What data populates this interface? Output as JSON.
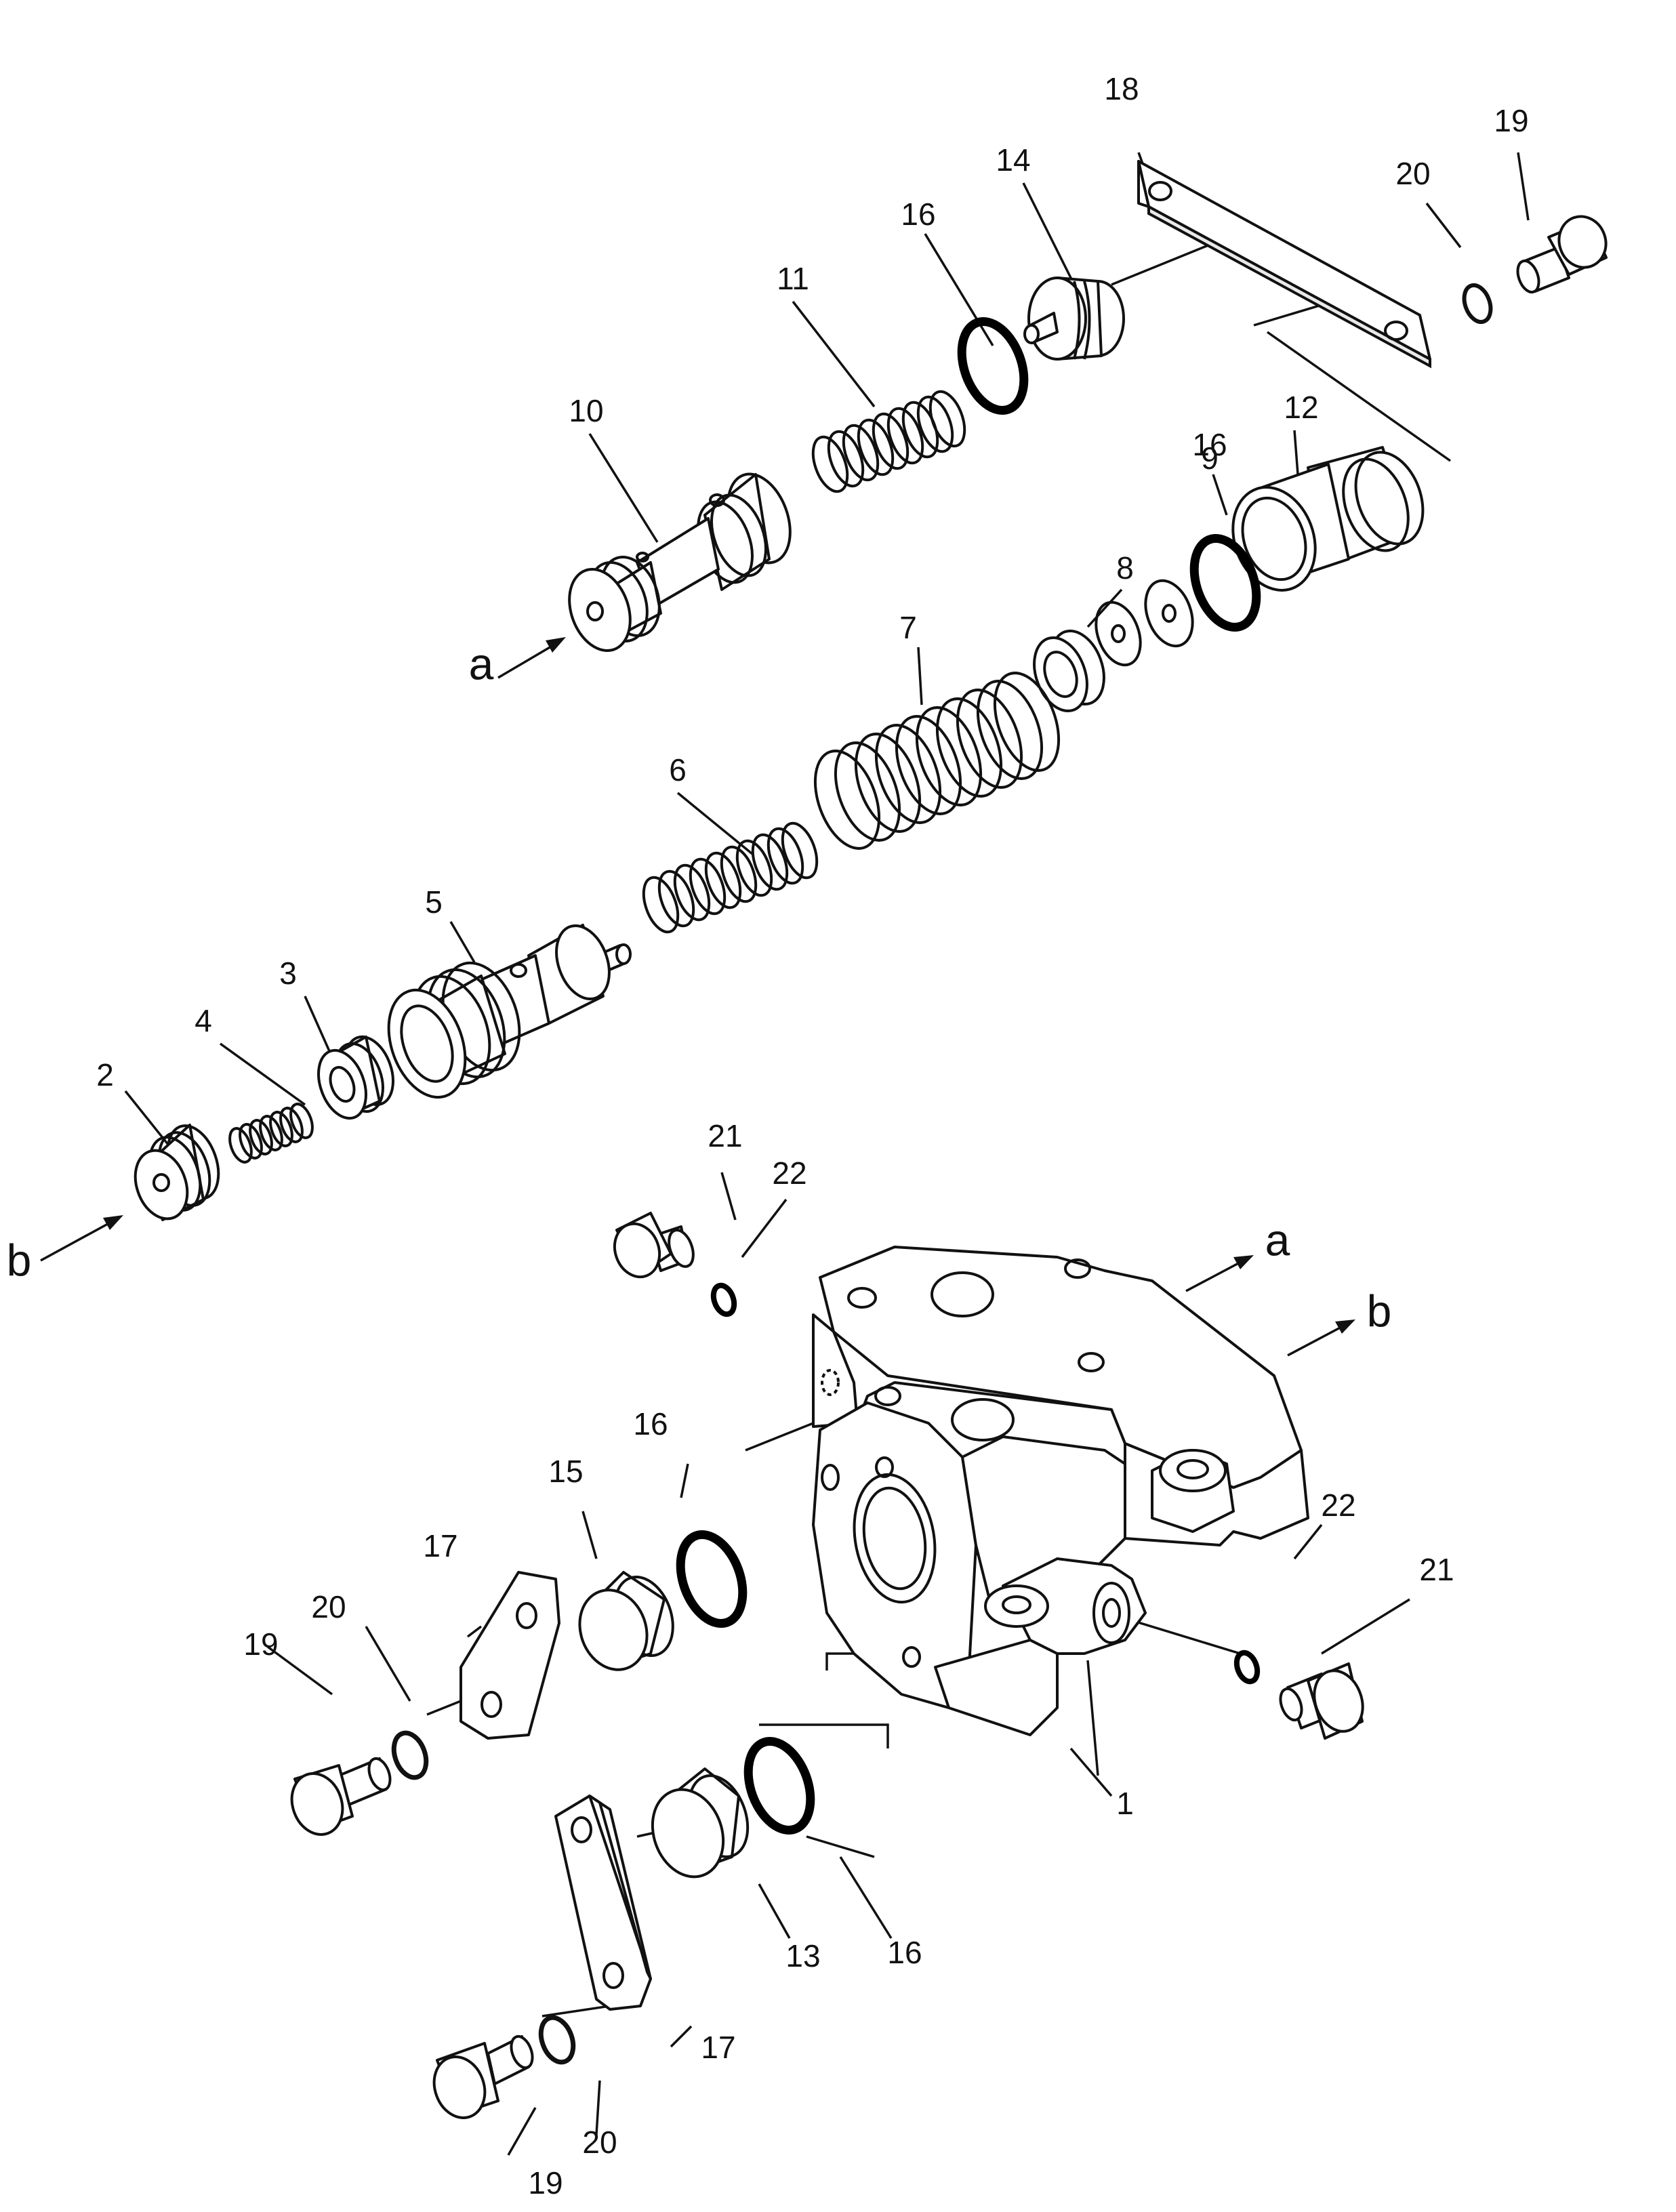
{
  "diagram": {
    "callouts": [
      {
        "id": "c1",
        "text": "1"
      },
      {
        "id": "c2",
        "text": "2"
      },
      {
        "id": "c3",
        "text": "3"
      },
      {
        "id": "c4",
        "text": "4"
      },
      {
        "id": "c5",
        "text": "5"
      },
      {
        "id": "c6",
        "text": "6"
      },
      {
        "id": "c7",
        "text": "7"
      },
      {
        "id": "c8",
        "text": "8"
      },
      {
        "id": "c9",
        "text": "9"
      },
      {
        "id": "c10",
        "text": "10"
      },
      {
        "id": "c11",
        "text": "11"
      },
      {
        "id": "c12",
        "text": "12"
      },
      {
        "id": "c13",
        "text": "13"
      },
      {
        "id": "c14",
        "text": "14"
      },
      {
        "id": "c15",
        "text": "15"
      },
      {
        "id": "c16a",
        "text": "16"
      },
      {
        "id": "c16b",
        "text": "16"
      },
      {
        "id": "c16c",
        "text": "16"
      },
      {
        "id": "c16d",
        "text": "16"
      },
      {
        "id": "c17a",
        "text": "17"
      },
      {
        "id": "c17b",
        "text": "17"
      },
      {
        "id": "c18",
        "text": "18"
      },
      {
        "id": "c19a",
        "text": "19"
      },
      {
        "id": "c19b",
        "text": "19"
      },
      {
        "id": "c19c",
        "text": "19"
      },
      {
        "id": "c20a",
        "text": "20"
      },
      {
        "id": "c20b",
        "text": "20"
      },
      {
        "id": "c20c",
        "text": "20"
      },
      {
        "id": "c21a",
        "text": "21"
      },
      {
        "id": "c21b",
        "text": "21"
      },
      {
        "id": "c22a",
        "text": "22"
      },
      {
        "id": "c22b",
        "text": "22"
      }
    ],
    "flow_markers": {
      "a_in": "a",
      "b_in": "b",
      "a_out": "a",
      "b_out": "b"
    }
  }
}
